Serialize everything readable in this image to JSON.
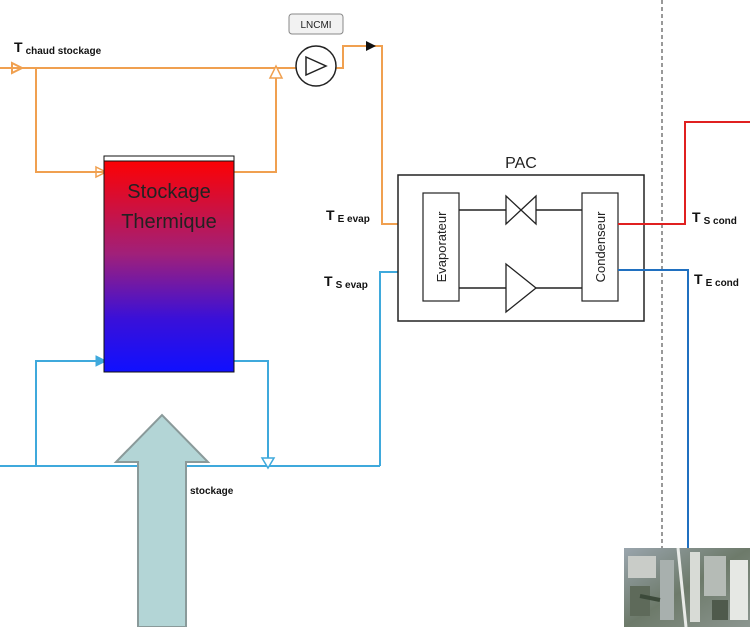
{
  "labels": {
    "t_chaud": {
      "main": "T",
      "sub": "chaud stockage"
    },
    "t_froid_sub": "stockage",
    "t_e_evap": {
      "main": "T",
      "sub": "E evap"
    },
    "t_s_evap": {
      "main": "T",
      "sub": "S evap"
    },
    "t_s_cond": {
      "main": "T",
      "sub": "S cond"
    },
    "t_e_cond": {
      "main": "T",
      "sub": "E cond"
    }
  },
  "pump_tag": "LNCMI",
  "storage": {
    "line1": "Stockage",
    "line2": "Thermique"
  },
  "pac": {
    "title": "PAC",
    "evaporator": "Evaporateur",
    "condenser": "Condenseur"
  },
  "colors": {
    "hot_loop": "#f0a050",
    "cold_loop": "#3fa9dc",
    "cond_hot": "#e02020",
    "cond_cold": "#2070c0",
    "tank_top": "#ff0000",
    "tank_bottom": "#1010ff",
    "arrow_fill": "#b3d5d6",
    "arrow_stroke": "#8a9a9a"
  },
  "photo_icon": "building-aerial-photo-icon"
}
